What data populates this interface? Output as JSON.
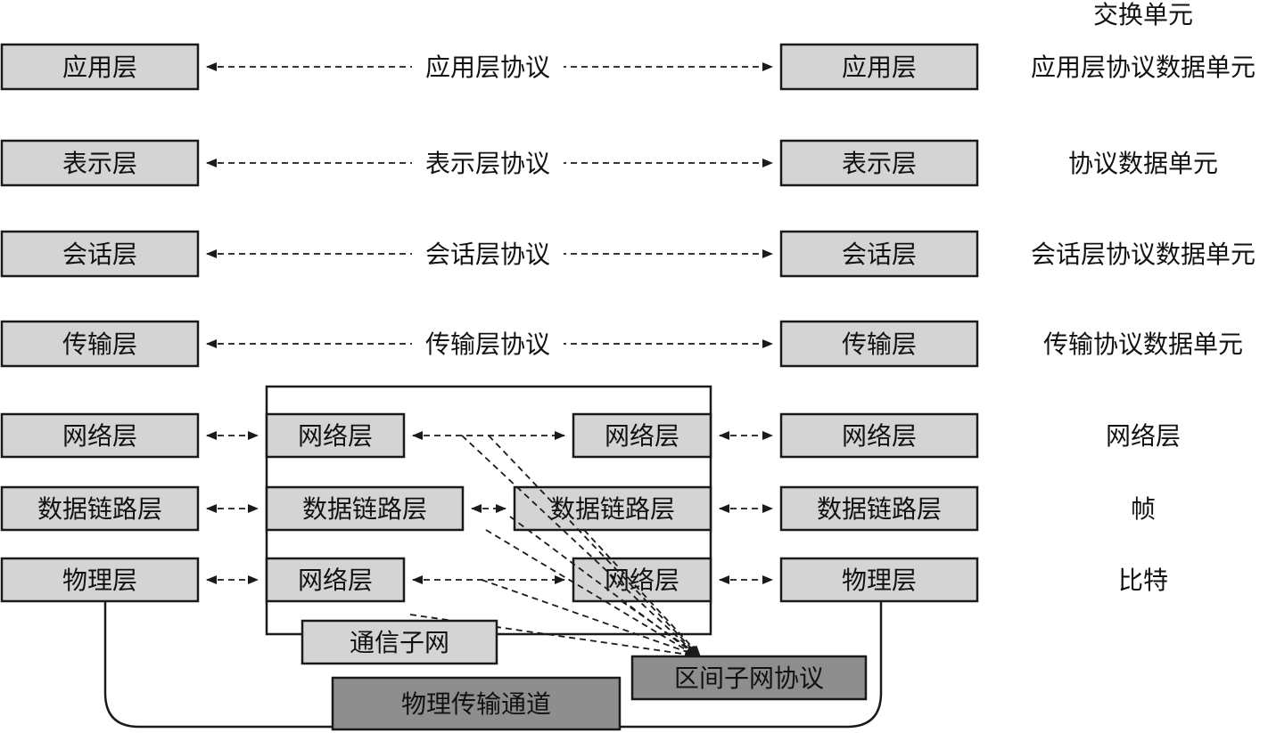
{
  "header": {
    "unit_column_title": "交换单元"
  },
  "layers": [
    {
      "id": "app",
      "left": "应用层",
      "protocol": "应用层协议",
      "right": "应用层",
      "unit": "应用层协议数据单元"
    },
    {
      "id": "pres",
      "left": "表示层",
      "protocol": "表示层协议",
      "right": "表示层",
      "unit": "协议数据单元"
    },
    {
      "id": "sess",
      "left": "会话层",
      "protocol": "会话层协议",
      "right": "会话层",
      "unit": "会话层协议数据单元"
    },
    {
      "id": "trans",
      "left": "传输层",
      "protocol": "传输层协议",
      "right": "传输层",
      "unit": "传输协议数据单元"
    },
    {
      "id": "net",
      "left": "网络层",
      "right": "网络层",
      "unit": "网络层"
    },
    {
      "id": "dl",
      "left": "数据链路层",
      "right": "数据链路层",
      "unit": "帧"
    },
    {
      "id": "phys",
      "left": "物理层",
      "right": "物理层",
      "unit": "比特"
    }
  ],
  "subnet": {
    "label": "通信子网",
    "left_nodes": [
      "网络层",
      "数据链路层",
      "网络层"
    ],
    "right_nodes": [
      "网络层",
      "数据链路层",
      "网络层"
    ],
    "protocol_label": "区间子网协议"
  },
  "channel": {
    "label": "物理传输通道"
  }
}
